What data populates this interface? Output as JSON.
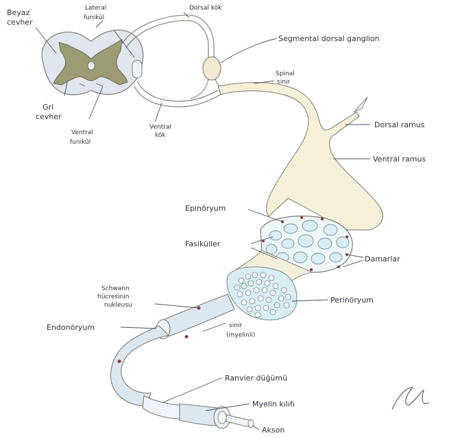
{
  "labels": {
    "beyaz_cevher_1": "Beyaz",
    "beyaz_cevher_2": "cevher",
    "lateral_funikul_1": "Lateral",
    "lateral_funikul_2": "funikül",
    "dorsal_kok": "Dorsal kök",
    "segmental_ganglion": "Segmental dorsal ganglion",
    "spinal_sinir_1": "Spinal",
    "spinal_sinir_2": "sinir",
    "gri_cevher_1": "Gri",
    "gri_cevher_2": "cevher",
    "ventral_funikul_1": "Ventral",
    "ventral_funikul_2": "funikül",
    "ventral_kok_1": "Ventral",
    "ventral_kok_2": "kök",
    "dorsal_ramus": "Dorsal ramus",
    "ventral_ramus": "Ventral ramus",
    "epinoryum": "Epinöryum",
    "fasikuller": "Fasiküller",
    "damarlar": "Damarlar",
    "schwann_1": "Schwann",
    "schwann_2": "hücresinin",
    "schwann_3": "nukleusu",
    "perinoryum": "Perinöryum",
    "endonoryum": "Endonöryum",
    "sinir_myelinli_1": "sinir",
    "sinir_myelinli_2": "(myelinli)",
    "ranvier": "Ranvier düğümü",
    "myelin": "Myelin kılıfı",
    "akson": "Akson"
  },
  "colors": {
    "nerve_fill": "#f7f0d9",
    "grey_matter": "#9b9b74",
    "white_matter": "#dfe6ee",
    "fascicle": "#d8eef2",
    "myelin": "#dbe7f1",
    "vessel": "#8e3b3b",
    "leader": "#4a4f5c"
  }
}
